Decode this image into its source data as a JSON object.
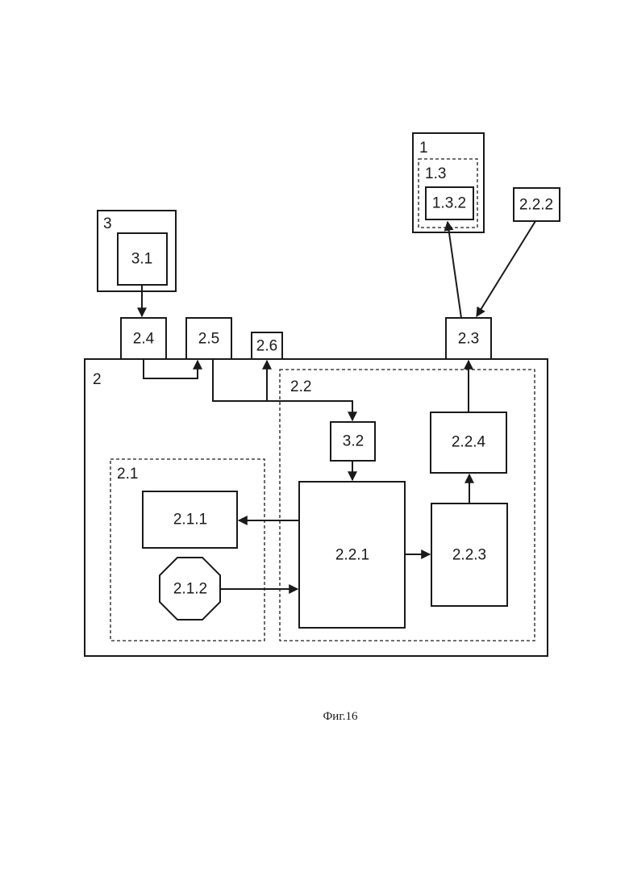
{
  "blocks": {
    "b1": "1",
    "b1_3": "1.3",
    "b1_3_2": "1.3.2",
    "b2_2_2_ext": "2.2.2",
    "b3": "3",
    "b3_1": "3.1",
    "b2_4": "2.4",
    "b2_5": "2.5",
    "b2_6": "2.6",
    "b2_3": "2.3",
    "b2": "2",
    "b2_2": "2.2",
    "b3_2": "3.2",
    "b2_2_4": "2.2.4",
    "b2_1": "2.1",
    "b2_1_1": "2.1.1",
    "b2_1_2": "2.1.2",
    "b2_2_1": "2.2.1",
    "b2_2_3": "2.2.3"
  },
  "caption": "Фиг.16"
}
